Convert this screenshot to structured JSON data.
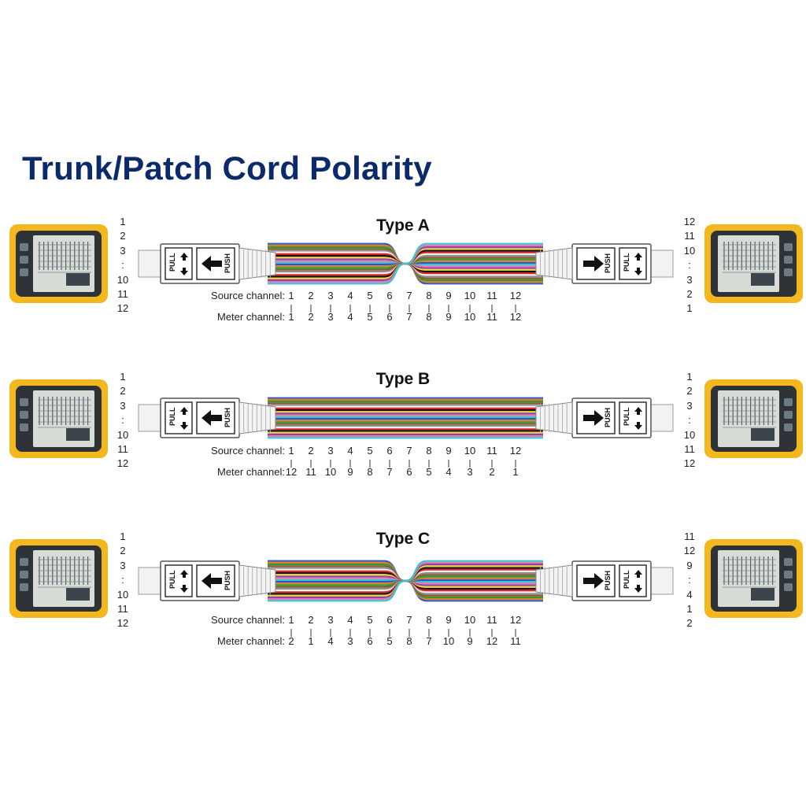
{
  "title": "Trunk/Patch Cord Polarity",
  "colors": {
    "title": "#0a2a6a",
    "meter_body": "#f4b81f",
    "meter_bezel": "#2f3338",
    "screen": "#d8dcd6"
  },
  "connector_labels": {
    "pull": "PULL",
    "push": "PUSH"
  },
  "sections": [
    {
      "id": "type-a",
      "title": "Type A",
      "source_label": "Source channel:",
      "meter_label": "Meter channel:",
      "source": [
        "1",
        "2",
        "3",
        "4",
        "5",
        "6",
        "7",
        "8",
        "9",
        "10",
        "11",
        "12"
      ],
      "meter": [
        "1",
        "2",
        "3",
        "4",
        "5",
        "6",
        "7",
        "8",
        "9",
        "10",
        "11",
        "12"
      ],
      "left_side": [
        "1",
        "2",
        "3",
        ":",
        "10",
        "11",
        "12"
      ],
      "right_side": [
        "12",
        "11",
        "10",
        ":",
        "3",
        "2",
        "1"
      ],
      "fiber_pattern": "cross"
    },
    {
      "id": "type-b",
      "title": "Type B",
      "source_label": "Source channel:",
      "meter_label": "Meter channel:",
      "source": [
        "1",
        "2",
        "3",
        "4",
        "5",
        "6",
        "7",
        "8",
        "9",
        "10",
        "11",
        "12"
      ],
      "meter": [
        "12",
        "11",
        "10",
        "9",
        "8",
        "7",
        "6",
        "5",
        "4",
        "3",
        "2",
        "1"
      ],
      "left_side": [
        "1",
        "2",
        "3",
        ":",
        "10",
        "11",
        "12"
      ],
      "right_side": [
        "1",
        "2",
        "3",
        ":",
        "10",
        "11",
        "12"
      ],
      "fiber_pattern": "straight"
    },
    {
      "id": "type-c",
      "title": "Type C",
      "source_label": "Source channel:",
      "meter_label": "Meter channel:",
      "source": [
        "1",
        "2",
        "3",
        "4",
        "5",
        "6",
        "7",
        "8",
        "9",
        "10",
        "11",
        "12"
      ],
      "meter": [
        "2",
        "1",
        "4",
        "3",
        "6",
        "5",
        "8",
        "7",
        "10",
        "9",
        "12",
        "11"
      ],
      "left_side": [
        "1",
        "2",
        "3",
        ":",
        "10",
        "11",
        "12"
      ],
      "right_side": [
        "11",
        "12",
        "9",
        ":",
        "4",
        "1",
        "2"
      ],
      "fiber_pattern": "cross"
    }
  ]
}
